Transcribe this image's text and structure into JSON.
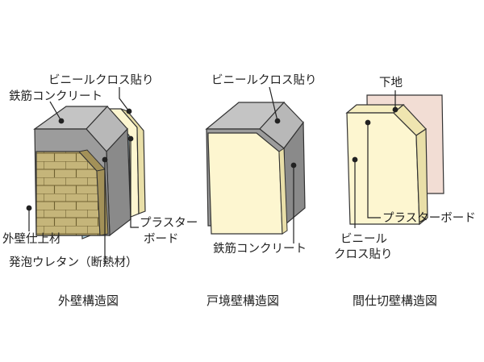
{
  "panels": {
    "exterior": {
      "caption": "外壁構造図",
      "labels": {
        "vinyl_cloth": "ビニールクロス貼り",
        "rc": "鉄筋コンクリート",
        "plaster_board_1": "プラスター",
        "plaster_board_2": "ボード",
        "finish": "外壁仕上材",
        "urethane": "発泡ウレタン（断熱材）"
      }
    },
    "boundary": {
      "caption": "戸境壁構造図",
      "labels": {
        "vinyl_cloth": "ビニールクロス貼り",
        "rc": "鉄筋コンクリート"
      }
    },
    "partition": {
      "caption": "間仕切壁構造図",
      "labels": {
        "base": "下地",
        "plaster_board": "プラスターボード",
        "vinyl_1": "ビニール",
        "vinyl_2": "クロス貼り"
      }
    }
  },
  "colors": {
    "concrete_front": "#9c9c9c",
    "concrete_top": "#c4c4c4",
    "board": "#fdf6d0",
    "brick": "#c5b57a",
    "insulation": "#b8dcef",
    "base_panel": "#f2ddd4"
  }
}
